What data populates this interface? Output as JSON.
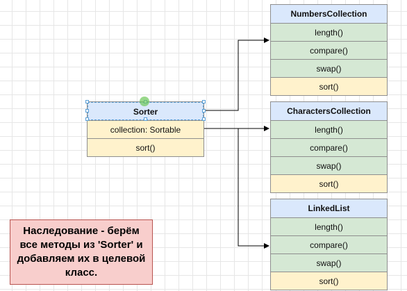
{
  "classes": {
    "numbers": {
      "title": "NumbersCollection",
      "methods": [
        "length()",
        "compare()",
        "swap()"
      ],
      "own": "sort()"
    },
    "chars": {
      "title": "CharactersCollection",
      "methods": [
        "length()",
        "compare()",
        "swap()"
      ],
      "own": "sort()"
    },
    "linked": {
      "title": "LinkedList",
      "methods": [
        "length()",
        "compare()",
        "swap()"
      ],
      "own": "sort()"
    },
    "sorter": {
      "title": "Sorter",
      "attribute": "collection: Sortable",
      "method": "sort()"
    }
  },
  "note": {
    "text": "Наследование - берём все методы из 'Sorter' и добавляем их в целевой класс."
  },
  "colors": {
    "header": "#dae8fc",
    "method": "#d5e8d4",
    "attribute": "#fff2cc",
    "note_fill": "#f8cecc",
    "note_border": "#b85450",
    "edge": "#000000"
  }
}
